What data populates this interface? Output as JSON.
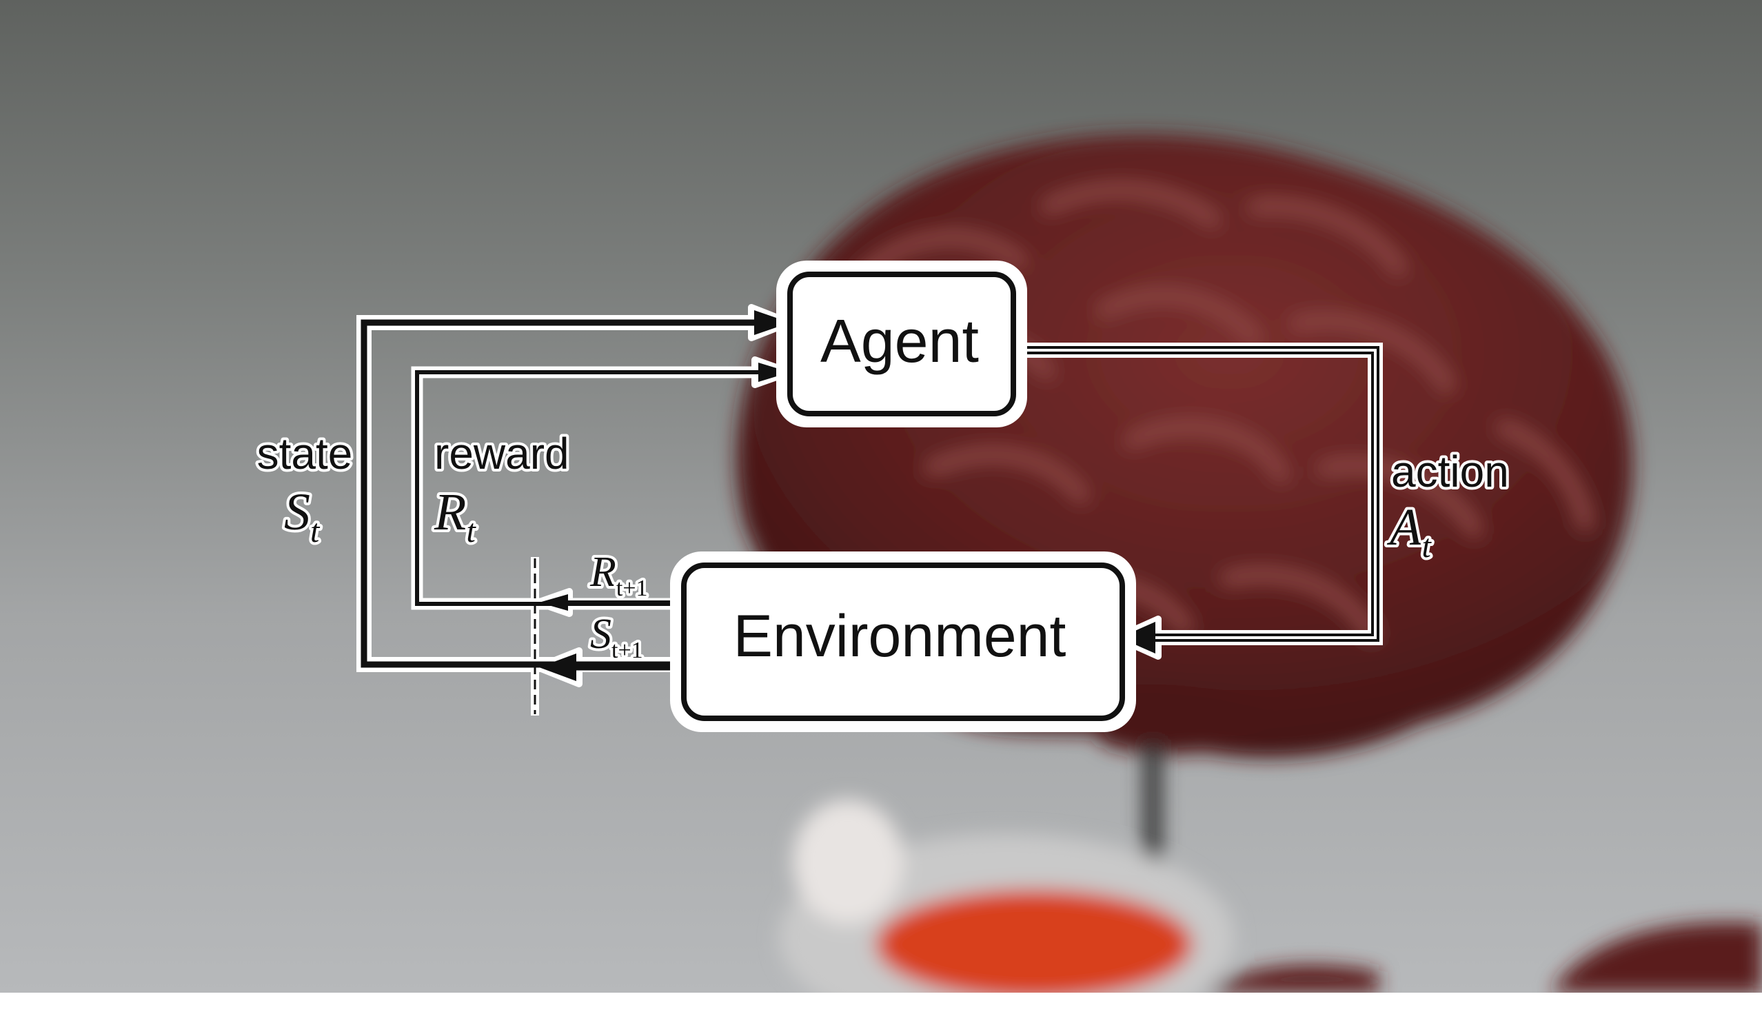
{
  "diagram": {
    "agent_label": "Agent",
    "environment_label": "Environment",
    "state": {
      "word": "state",
      "symbol": "S",
      "subscript": "t"
    },
    "reward": {
      "word": "reward",
      "symbol": "R",
      "subscript": "t"
    },
    "action": {
      "word": "action",
      "symbol": "A",
      "subscript": "t"
    },
    "next_reward": {
      "symbol": "R",
      "subscript": "t+1"
    },
    "next_state": {
      "symbol": "S",
      "subscript": "t+1"
    }
  },
  "colors": {
    "line": "#111111",
    "halo": "#ffffff",
    "brain": "#5a1e1e",
    "background_top": "#5f625f",
    "background_bottom": "#b7b9bb"
  },
  "background_image": "brain-model-photo"
}
